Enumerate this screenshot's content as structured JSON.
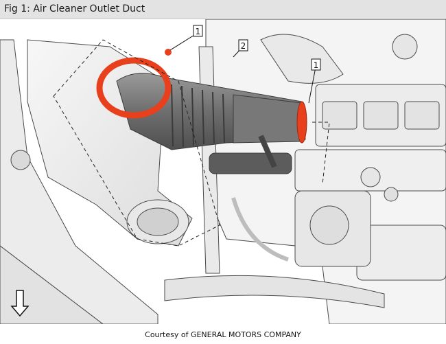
{
  "figure": {
    "title": "Fig 1: Air Cleaner Outlet Duct",
    "credit": "Courtesy of GENERAL MOTORS COMPANY",
    "highlight_color": "#e8401c",
    "callouts": [
      {
        "label": "1"
      },
      {
        "label": "2"
      },
      {
        "label": "1"
      }
    ],
    "direction_icon": "down-arrow-icon"
  }
}
